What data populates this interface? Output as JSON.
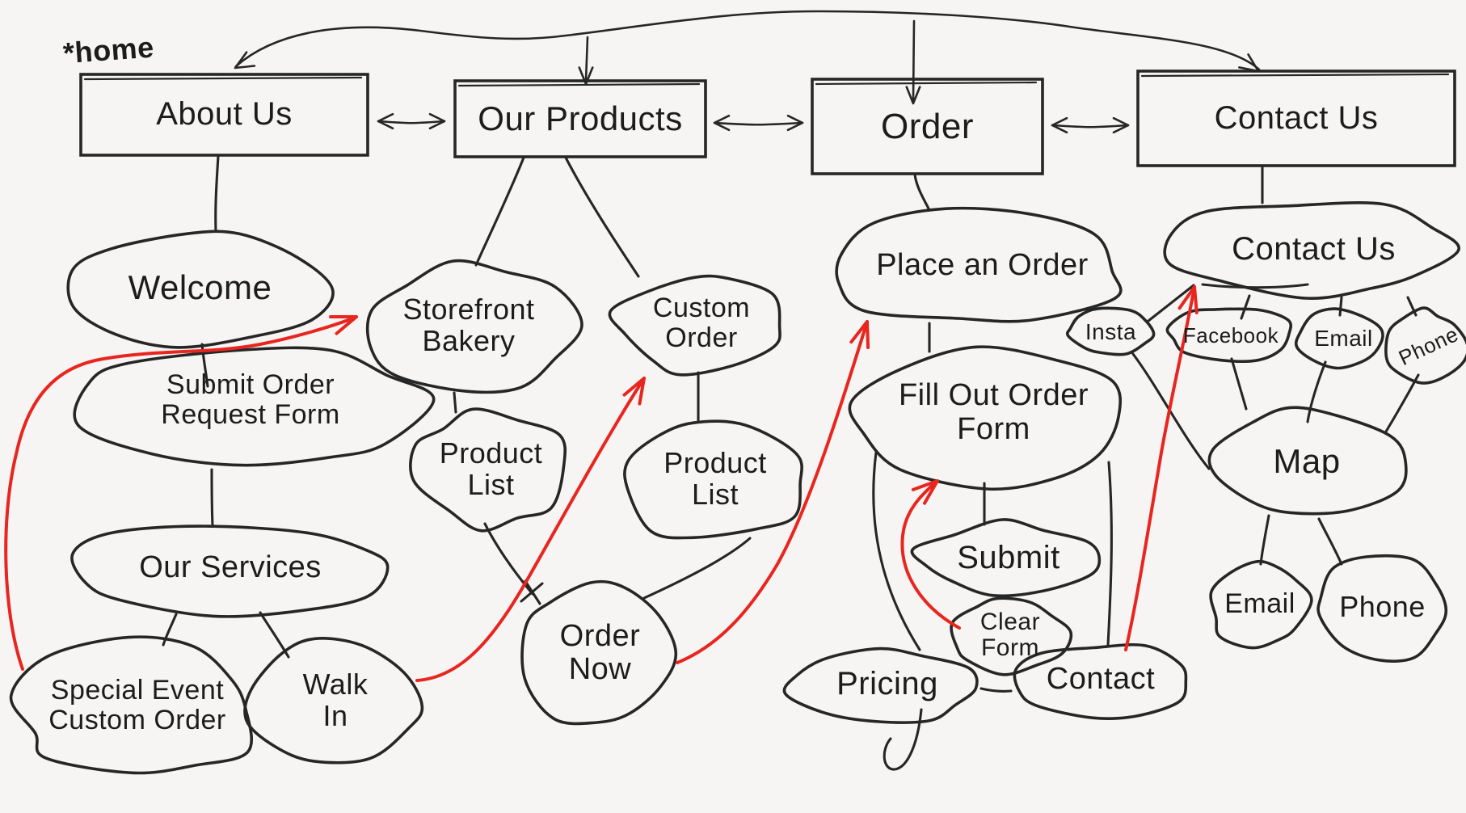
{
  "annotation": {
    "home": "*home"
  },
  "colors": {
    "ink": "#262626",
    "accent_red": "#e8251f",
    "background": "#f6f5f3"
  },
  "nav": {
    "about": {
      "label": "About Us"
    },
    "products": {
      "label": "Our Products"
    },
    "order": {
      "label": "Order"
    },
    "contact": {
      "label": "Contact Us"
    }
  },
  "nodes": {
    "welcome": {
      "label": "Welcome"
    },
    "submit_order_request_form": {
      "label": "Submit Order\nRequest Form"
    },
    "our_services": {
      "label": "Our Services"
    },
    "special_event_custom_order": {
      "label": "Special Event\nCustom Order"
    },
    "walk_in": {
      "label": "Walk\nIn"
    },
    "storefront_bakery": {
      "label": "Storefront\nBakery"
    },
    "product_list_1": {
      "label": "Product\nList"
    },
    "custom_order": {
      "label": "Custom\nOrder"
    },
    "product_list_2": {
      "label": "Product\nList"
    },
    "order_now": {
      "label": "Order\nNow"
    },
    "place_an_order": {
      "label": "Place an Order"
    },
    "fill_out_order_form": {
      "label": "Fill Out Order\nForm"
    },
    "submit": {
      "label": "Submit"
    },
    "clear_form": {
      "label": "Clear\nForm"
    },
    "pricing": {
      "label": "Pricing"
    },
    "contact": {
      "label": "Contact"
    },
    "contact_us_page": {
      "label": "Contact Us"
    },
    "insta": {
      "label": "Insta"
    },
    "facebook": {
      "label": "Facebook"
    },
    "email_top": {
      "label": "Email"
    },
    "phone_top": {
      "label": "Phone"
    },
    "map": {
      "label": "Map"
    },
    "email_bottom": {
      "label": "Email"
    },
    "phone_bottom": {
      "label": "Phone"
    }
  },
  "edges": {
    "home_cycle_arc": [
      "about",
      "products",
      "order",
      "contact"
    ],
    "two_way_nav": [
      [
        "about",
        "products"
      ],
      [
        "products",
        "order"
      ],
      [
        "order",
        "contact"
      ]
    ],
    "hierarchy": [
      [
        "about",
        "welcome"
      ],
      [
        "welcome",
        "submit_order_request_form"
      ],
      [
        "submit_order_request_form",
        "our_services"
      ],
      [
        "our_services",
        "special_event_custom_order"
      ],
      [
        "our_services",
        "walk_in"
      ],
      [
        "products",
        "storefront_bakery"
      ],
      [
        "products",
        "custom_order"
      ],
      [
        "storefront_bakery",
        "product_list_1"
      ],
      [
        "custom_order",
        "product_list_2"
      ],
      [
        "product_list_1",
        "order_now"
      ],
      [
        "product_list_2",
        "order_now"
      ],
      [
        "order",
        "place_an_order"
      ],
      [
        "place_an_order",
        "fill_out_order_form"
      ],
      [
        "fill_out_order_form",
        "submit"
      ],
      [
        "fill_out_order_form",
        "pricing"
      ],
      [
        "fill_out_order_form",
        "contact"
      ],
      [
        "contact",
        "contact_us_page"
      ],
      [
        "contact_us_page",
        "insta"
      ],
      [
        "contact_us_page",
        "facebook"
      ],
      [
        "contact_us_page",
        "email_top"
      ],
      [
        "contact_us_page",
        "phone_top"
      ],
      [
        "insta",
        "map"
      ],
      [
        "facebook",
        "map"
      ],
      [
        "email_top",
        "map"
      ],
      [
        "phone_top",
        "map"
      ],
      [
        "map",
        "email_bottom"
      ],
      [
        "map",
        "phone_bottom"
      ]
    ],
    "red_links": [
      [
        "special_event_custom_order",
        "storefront_bakery"
      ],
      [
        "walk_in",
        "custom_order"
      ],
      [
        "order_now",
        "place_an_order"
      ],
      [
        "clear_form",
        "fill_out_order_form"
      ],
      [
        "contact",
        "contact_us_page"
      ]
    ]
  }
}
